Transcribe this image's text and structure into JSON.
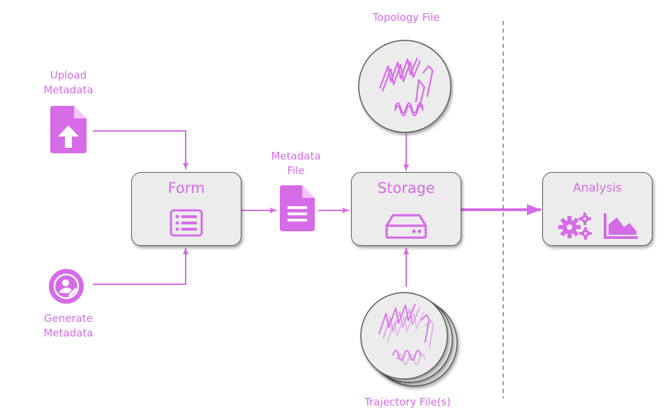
{
  "colors": {
    "accent": "#d66be8",
    "box_fill": "#ececec",
    "box_border": "#5a5a5a",
    "dashed_line": "#666666"
  },
  "inputs": {
    "upload": {
      "label_line1": "Upload",
      "label_line2": "Metadata",
      "icon": "file-upload-icon"
    },
    "generate": {
      "label_line1": "Generate",
      "label_line2": "Metadata",
      "icon": "user-edit-icon"
    }
  },
  "form": {
    "title": "Form",
    "icon": "list-form-icon"
  },
  "metadata_file": {
    "label_line1": "Metadata",
    "label_line2": "File",
    "icon": "document-icon"
  },
  "topology": {
    "label": "Topology File",
    "icon": "protein-structure-icon"
  },
  "storage": {
    "title": "Storage",
    "icon": "hard-drive-icon"
  },
  "trajectory": {
    "label": "Trajectory File(s)",
    "icon": "protein-stack-icon"
  },
  "analysis": {
    "title": "Analysis",
    "icons": [
      "gears-icon",
      "area-chart-icon"
    ]
  }
}
